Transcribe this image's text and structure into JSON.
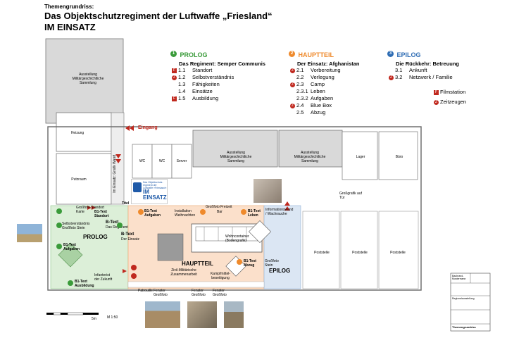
{
  "header": {
    "subtitle": "Themengrundriss:",
    "title_line1": "Das Objektschutzregiment der Luftwaffe „Friesland“",
    "title_line2": "IM EINSATZ"
  },
  "colors": {
    "prolog": "#3a9b3a",
    "hauptteil": "#ef8a2c",
    "epilog": "#2f6db4",
    "marker": "#c0281e"
  },
  "legend": {
    "prolog": {
      "num": "1",
      "title": "PROLOG",
      "subtitle": "Das Regiment: Semper Communis",
      "items": [
        {
          "n": "1.1",
          "label": "Standort"
        },
        {
          "n": "1.2",
          "label": "Selbstverständnis"
        },
        {
          "n": "1.3",
          "label": "Fähigkeiten"
        },
        {
          "n": "1.4",
          "label": "Einsätze"
        },
        {
          "n": "1.5",
          "label": "Ausbildung"
        }
      ]
    },
    "hauptteil": {
      "num": "2",
      "title": "HAUPTTEIL",
      "subtitle": "Der Einsatz: Afghanistan",
      "items": [
        {
          "n": "2.1",
          "label": "Vorbereitung"
        },
        {
          "n": "2.2",
          "label": "Verlegung"
        },
        {
          "n": "2.3",
          "label": "Camp"
        },
        {
          "n": "2.3.1",
          "label": "Leben"
        },
        {
          "n": "2.3.2",
          "label": "Aufgaben"
        },
        {
          "n": "2.4",
          "label": "Blue Box"
        },
        {
          "n": "2.5",
          "label": "Abzug"
        }
      ]
    },
    "epilog": {
      "num": "3",
      "title": "EPILOG",
      "subtitle": "Die Rückkehr: Betreuung",
      "items": [
        {
          "n": "3.1",
          "label": "Ankunft"
        },
        {
          "n": "3.2",
          "label": "Netzwerk / Familie"
        }
      ]
    },
    "filmstation": "Filmstation",
    "zeitzeugen": "Zeitzeugen",
    "f_glyph": "F",
    "z_glyph": "Z"
  },
  "rooms": {
    "ausstellung": "Ausstellung Militärgeschichtliche Sammlung",
    "heizung": "Heizung",
    "putzraum": "Putzraum",
    "wc": "WC",
    "server": "Server",
    "lager": "Lager",
    "buero": "Büro",
    "eingang": "Eingang",
    "titel": "Titel",
    "grossgrafik_tuer": "Großgrafik auf Tür",
    "poststelle": "Poststelle"
  },
  "logo": {
    "small": "Das Objektschutz-regiment der Luftwaffe »Friesland«",
    "main": "IM EINSATZ"
  },
  "zones": {
    "prolog": "PROLOG",
    "hauptteil": "HAUPTTEIL",
    "epilog": "EPILOG"
  },
  "plan_labels": {
    "grossfoto_standort": "Großfoto Standort",
    "karte": "Karte",
    "b1_standort": "B1-Text Standort",
    "b_text": "B-Text",
    "das_regiment": "Das Regiment",
    "selbstverstaendnis": "Selbstverständnis Großfoto Stein",
    "b1_aufgaben": "B1-Text Aufgaben",
    "b1_ausbildung": "B1-Text Ausbildung",
    "infanterist": "Infanterist der Zukunft",
    "patrouille": "Patrouille",
    "b1_aufgaben2": "B1-Text Aufgaben",
    "installation": "Installation Weihnachten",
    "grossfoto_freizeit": "Großfoto Freizeit",
    "bar": "Bar",
    "b1_leben": "B1-Text Leben",
    "info_wand": "Informationswand / Wachrauche",
    "wohncontainer": "Wohncontainer (Bodengrafik)",
    "zivil": "Zivil-Militärische Zusammenarbeit",
    "kampfmittel": "Kampfmittel-beseitigung",
    "b1_abzug": "B1-Text Abzug",
    "grossfoto_stein": "Großfoto Stein",
    "der_einsatz": "Der Einsatz",
    "fenster": "Fenster Großfoto",
    "einsatz_vertikal": "Im Einsatz: Grafik Wand"
  },
  "scalebar": {
    "scale": "M 1:50",
    "m": "5m"
  },
  "titleblock": {
    "line1": "Baubrand-Mustermann",
    "line2": "Regionalausstellung",
    "line3": "Themengrundriss"
  }
}
